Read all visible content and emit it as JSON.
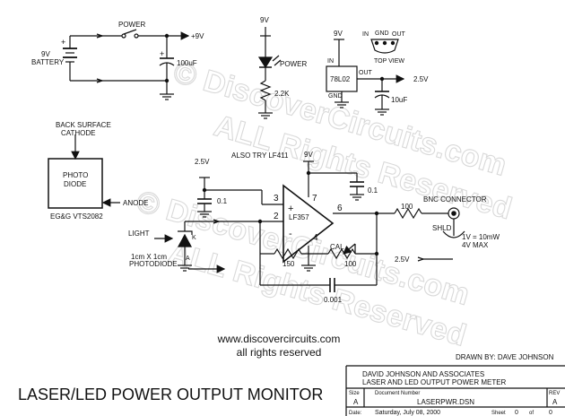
{
  "title": "LASER/LED POWER OUTPUT MONITOR",
  "watermark": {
    "line1": "© DiscoverCircuits.com",
    "line2": "ALL Rights Reserved"
  },
  "website": {
    "url": "www.discovercircuits.com",
    "rights": "all rights reserved"
  },
  "drawn_by": "DRAWN BY:  DAVE JOHNSON",
  "title_block": {
    "company": "DAVID JOHNSON AND ASSOCIATES",
    "description": "LASER AND LED OUTPUT POWER METER",
    "size_label": "Size",
    "size_value": "A",
    "docnum_label": "Document Number",
    "docnum_value": "LASERPWR.DSN",
    "rev_label": "REV",
    "rev_value": "A",
    "date_label": "Date:",
    "date_value": "Saturday, July 08, 2000",
    "sheet_label": "Sheet",
    "sheet_num": "0",
    "sheet_of": "of",
    "sheet_total": "0"
  },
  "power_section": {
    "battery_v": "9V",
    "battery_name": "BATTERY",
    "switch_label": "POWER",
    "out_label": "+9V",
    "cap_label": "100uF",
    "plus": "+"
  },
  "led_section": {
    "supply": "9V",
    "led_label": "POWER",
    "resistor": "2.2K"
  },
  "regulator": {
    "supply": "9V",
    "in_label": "IN",
    "gnd_label": "GND",
    "out_label": "OUT",
    "part": "78L02",
    "ic_gnd": "GND",
    "out_voltage": "2.5V",
    "cap": "10uF",
    "view_in": "IN",
    "view_gnd": "GND",
    "view_out": "OUT",
    "view_label": "TOP VIEW"
  },
  "photodiode_detail": {
    "back_surface": "BACK SURFACE",
    "cathode": "CATHODE",
    "photo": "PHOTO",
    "diode": "DIODE",
    "anode": "ANODE",
    "part": "EG&G VTS2082"
  },
  "amplifier": {
    "also_try": "ALSO TRY LF411",
    "part": "LF357",
    "plus_sign": "+",
    "minus_sign": "-",
    "pin3": "3",
    "pin2": "2",
    "pin7": "7",
    "pin4": "4",
    "pin6": "6",
    "supply": "9V",
    "bypass_cap": "0.1",
    "ref_v": "2.5V",
    "ref_cap": "0.1",
    "light": "LIGHT",
    "photodiode_size": "1cm X 1cm",
    "photodiode": "PHOTODIODE",
    "k_label": "K",
    "a_label": "A",
    "r_fixed": "150",
    "cal": "CAL",
    "r_cal": "100",
    "cap_fb": "0.001",
    "r_out": "100",
    "bnc": "BNC CONNECTOR",
    "shld": "SHLD",
    "scale": "1V = 10mW",
    "vmax": "4V MAX",
    "shld_v": "2.5V"
  }
}
